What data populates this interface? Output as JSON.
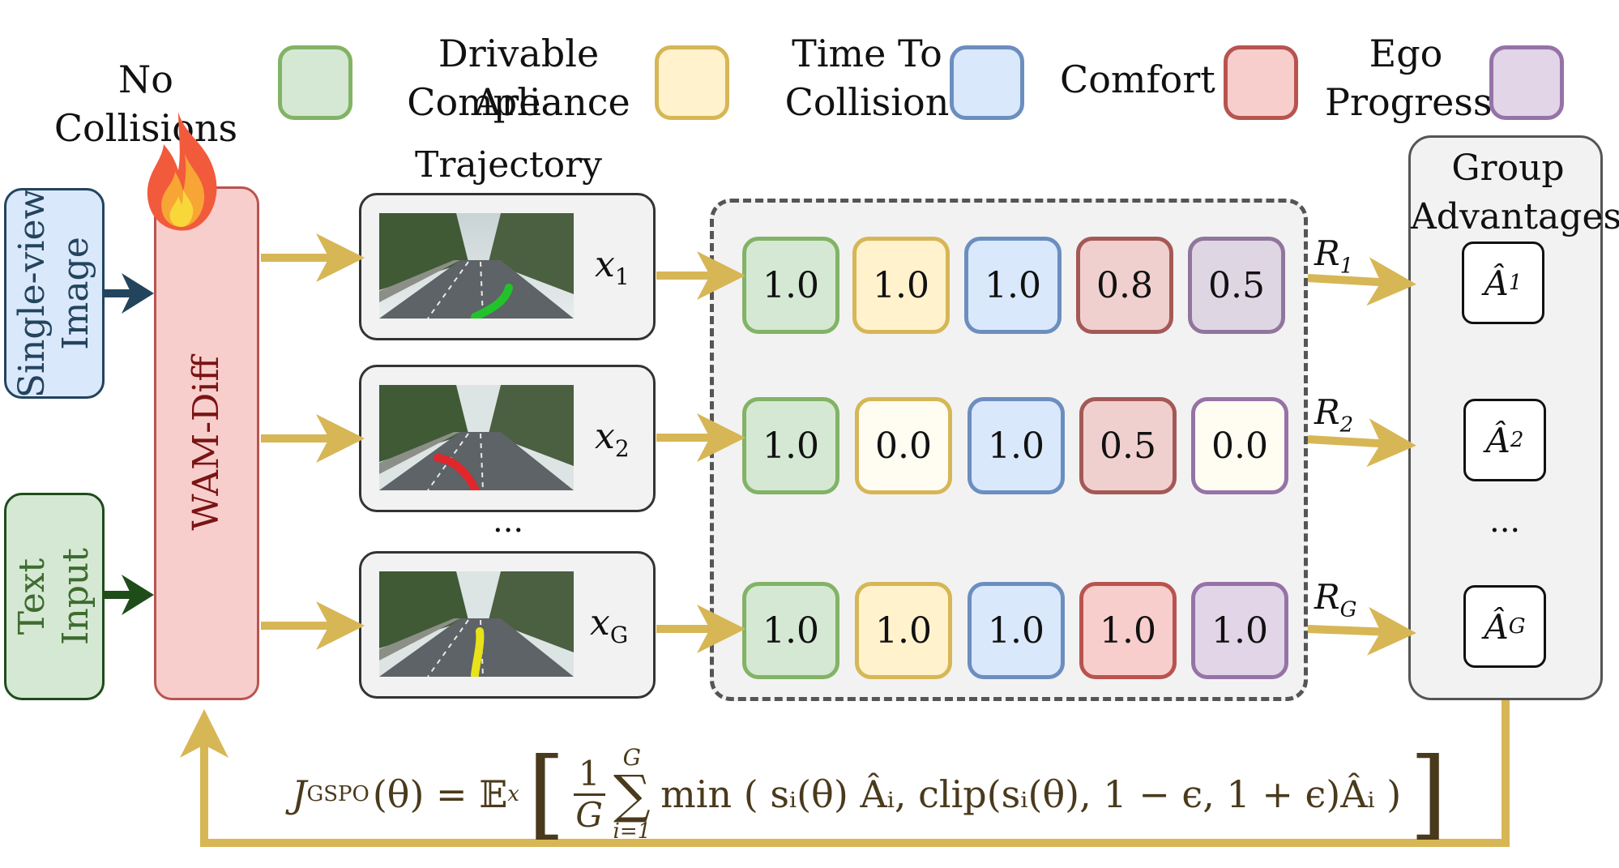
{
  "legend": [
    {
      "label_line1": "No Collisions",
      "label_line2": "",
      "fill": "#d5e8d4",
      "stroke": "#82b366"
    },
    {
      "label_line1": "Drivable Area",
      "label_line2": "Compliance",
      "fill": "#fff2cc",
      "stroke": "#d6b656"
    },
    {
      "label_line1": "Time To",
      "label_line2": "Collision",
      "fill": "#dae8fc",
      "stroke": "#6c8ebf"
    },
    {
      "label_line1": "Comfort",
      "label_line2": "",
      "fill": "#f8cecc",
      "stroke": "#b85450"
    },
    {
      "label_line1": "Ego",
      "label_line2": "Progress",
      "fill": "#e1d5e7",
      "stroke": "#9673a6"
    }
  ],
  "inputs": {
    "image_line1": "Single-view",
    "image_line2": "Image",
    "text_line1": "Text",
    "text_line2": "Input"
  },
  "model": {
    "label": "WAM-Diff"
  },
  "trajectory_header": "Trajectory",
  "trajectories": [
    {
      "var": "x",
      "sub": "1",
      "path_color": "#22c32a"
    },
    {
      "var": "x",
      "sub": "2",
      "path_color": "#e0272b"
    },
    {
      "var": "x",
      "sub": "G",
      "path_color": "#e8e21a"
    }
  ],
  "ellipsis": "...",
  "scores": [
    [
      "1.0",
      "1.0",
      "1.0",
      "0.8",
      "0.5"
    ],
    [
      "1.0",
      "0.0",
      "1.0",
      "0.5",
      "0.0"
    ],
    [
      "1.0",
      "1.0",
      "1.0",
      "1.0",
      "1.0"
    ]
  ],
  "rewards": [
    {
      "var": "R",
      "sub": "1"
    },
    {
      "var": "R",
      "sub": "2"
    },
    {
      "var": "R",
      "sub": "G"
    }
  ],
  "group": {
    "title_line1": "Group",
    "title_line2": "Advantages",
    "items": [
      {
        "var": "Â",
        "sub": "1"
      },
      {
        "var": "Â",
        "sub": "2"
      },
      {
        "var": "Â",
        "sub": "G"
      }
    ]
  },
  "formula": {
    "lhs_J": "J",
    "lhs_sub": "GSPO",
    "lhs_arg": "(θ) = 𝔼",
    "lhs_esub": "x",
    "frac_num": "1",
    "frac_den": "G",
    "sum_top": "G",
    "sum_sym": "∑",
    "sum_bottom": "i=1",
    "body": "min ( sᵢ(θ) Âᵢ,  clip(sᵢ(θ), 1 − ϵ, 1 + ϵ)Âᵢ )"
  },
  "colors": {
    "arrow": "#d7b655",
    "image_fill": "#dae8fc",
    "image_stroke": "#23445d",
    "image_text": "#23445d",
    "text_fill": "#d5e8d4",
    "text_stroke": "#1f4d1a",
    "text_text": "#3e6b2f",
    "model_fill": "#f8cecc",
    "model_stroke": "#b85450",
    "model_text": "#7a1414"
  }
}
